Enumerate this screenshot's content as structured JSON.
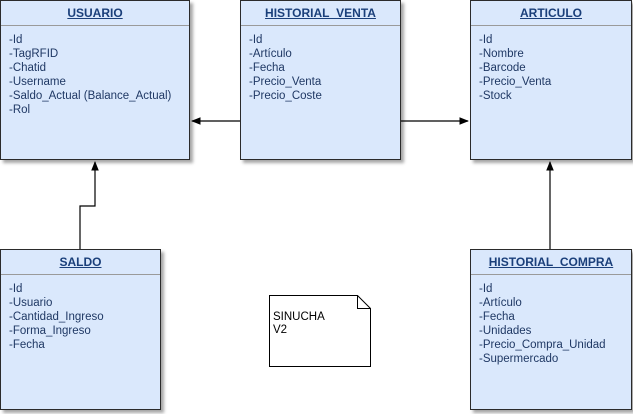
{
  "entities": {
    "usuario": {
      "title": "USUARIO",
      "fields": [
        "-Id",
        "-TagRFID",
        "-Chatid",
        "-Username",
        "-Saldo_Actual (Balance_Actual)",
        "-Rol"
      ]
    },
    "historial_venta": {
      "title": "HISTORIAL_VENTA",
      "fields": [
        "-Id",
        "-Artículo",
        "-Fecha",
        "-Precio_Venta",
        "-Precio_Coste"
      ]
    },
    "articulo": {
      "title": "ARTICULO",
      "fields": [
        "-Id",
        "-Nombre",
        "-Barcode",
        "-Precio_Venta",
        "-Stock"
      ]
    },
    "saldo": {
      "title": "SALDO",
      "fields": [
        "-Id",
        "-Usuario",
        "-Cantidad_Ingreso",
        "-Forma_Ingreso",
        "-Fecha"
      ]
    },
    "historial_compra": {
      "title": "HISTORIAL_COMPRA",
      "fields": [
        "-Id",
        "-Artículo",
        "-Fecha",
        "-Unidades",
        "-Precio_Compra_Unidad",
        "-Supermercado"
      ]
    }
  },
  "note": {
    "line1": "SINUCHA",
    "line2": "V2"
  },
  "colors": {
    "entity_fill": "#dae8fc",
    "title_text": "#1a3f7a",
    "field_text": "#1f3864",
    "edge": "#000000"
  }
}
